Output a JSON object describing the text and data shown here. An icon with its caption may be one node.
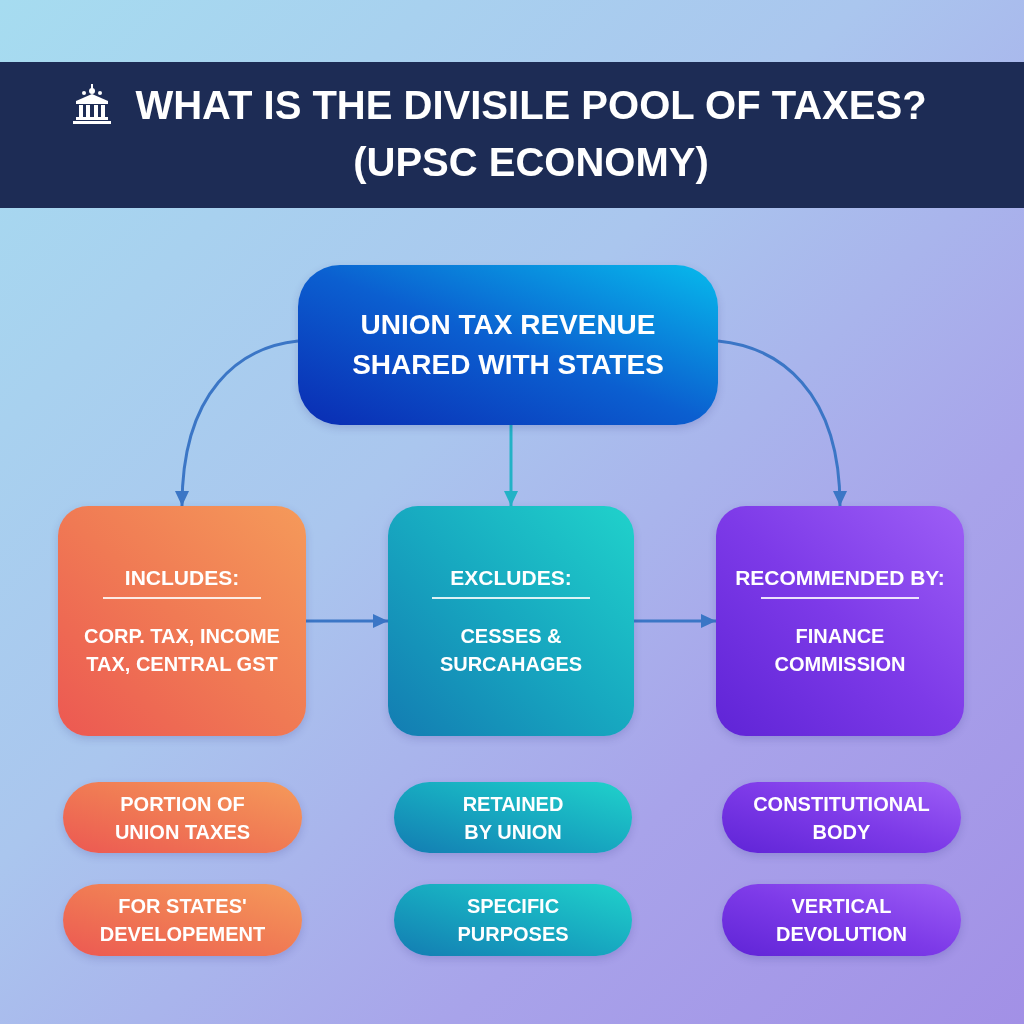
{
  "diagram": {
    "title": "WHAT IS THE DIVISILE POOL OF TAXES? (UPSC ECONOMY)",
    "nodes": [
      {
        "text": [
          "UNION TAX REVENUE SHARED WITH STATES"
        ]
      },
      {
        "text": [
          "INCLUDES:",
          "CORP. TAX, INCOME TAX, CENTRAL GST"
        ]
      },
      {
        "text": [
          "EXCLUDES:",
          "CESSES & SURCAHAGES"
        ]
      },
      {
        "text": [
          "RECOMMENDED BY:",
          "FINANCE COMMISSION"
        ]
      },
      {
        "text": [
          "PORTION OF UNION TAXES"
        ]
      },
      {
        "text": [
          "RETAINED BY UNION"
        ]
      },
      {
        "text": [
          "CONSTITUTIONAL BODY"
        ]
      },
      {
        "text": [
          "FOR STATES' DEVELOPEMENT"
        ]
      },
      {
        "text": [
          "SPECIFIC PURPOSES"
        ]
      },
      {
        "text": [
          "VERTICAL DEVOLUTION"
        ]
      }
    ],
    "edges": [
      {
        "from": 0,
        "to": 1,
        "arrow": "to"
      },
      {
        "from": 0,
        "to": 2,
        "arrow": "to",
        "color": "#22b2c6"
      },
      {
        "from": 0,
        "to": 3,
        "arrow": "to"
      },
      {
        "from": 1,
        "to": 2,
        "arrow": "to"
      },
      {
        "from": 2,
        "to": 3,
        "arrow": "to"
      }
    ]
  }
}
